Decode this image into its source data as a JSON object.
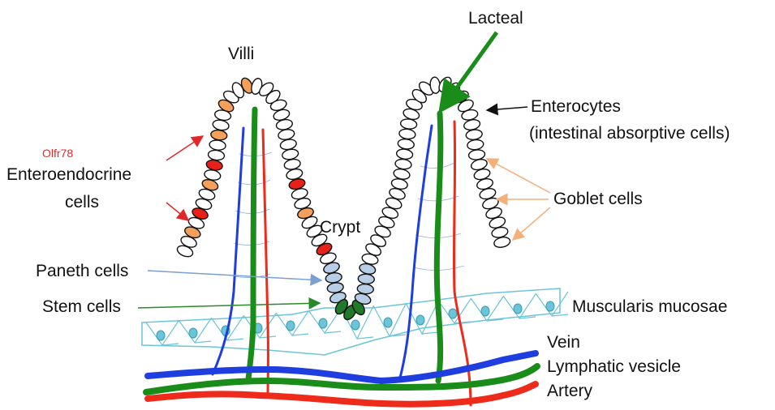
{
  "labels": {
    "villi": "Villi",
    "lacteal": "Lacteal",
    "enterocytes": "Enterocytes",
    "enterocytes_sub": "(intestinal absorptive cells)",
    "olfr78": "Olfr78",
    "enteroendocrine_1": "Enteroendocrine",
    "enteroendocrine_2": "cells",
    "goblet": "Goblet cells",
    "crypt": "Crypt",
    "paneth": "Paneth cells",
    "stem": "Stem cells",
    "muscularis": "Muscularis mucosae",
    "vein": "Vein",
    "lymphatic": "Lymphatic vesicle",
    "artery": "Artery"
  },
  "colors": {
    "vein": "#1e3ee0",
    "lymphatic": "#1a8c1a",
    "artery": "#ee2a1a",
    "goblet": "#f4a05a",
    "enteroendocrine": "#e8201a",
    "paneth": "#b8cde6",
    "stem": "#1f7a2a",
    "muscularis": "#6cc4d8",
    "arrow_black": "#111111",
    "arrow_red": "#e0282a",
    "arrow_orange": "#f4b07a",
    "arrow_blue": "#7a9fd0",
    "arrow_green": "#2a8a2a"
  }
}
